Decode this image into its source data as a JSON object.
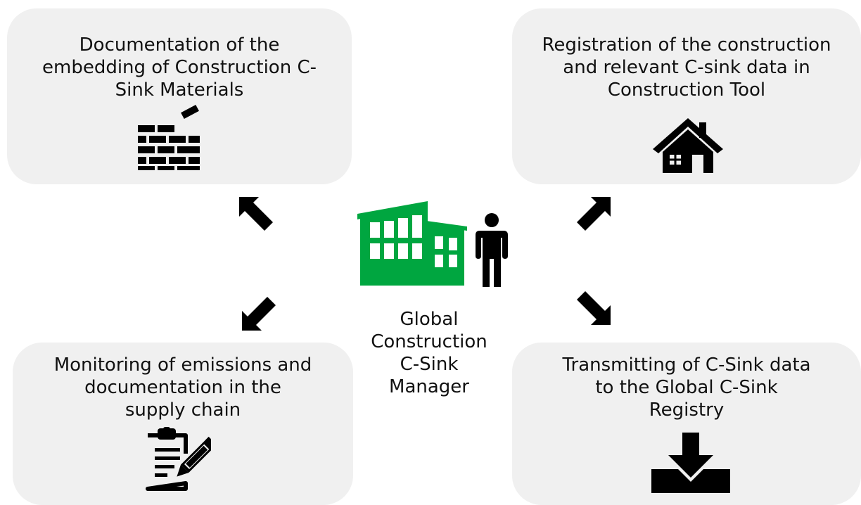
{
  "diagram": {
    "center": {
      "label": "Global\nConstruction\nC-Sink\nManager",
      "icons": [
        "building-icon",
        "person-icon"
      ],
      "accent_color": "#00a640"
    },
    "boxes": {
      "top_left": {
        "text": "Documentation of the\nembedding of Construction C-\nSink Materials",
        "icon": "brick-wall-icon"
      },
      "top_right": {
        "text": "Registration of the construction\nand relevant C-sink data in\nConstruction Tool",
        "icon": "house-icon"
      },
      "bottom_left": {
        "text": "Monitoring of emissions and\ndocumentation in the\nsupply chain",
        "icon": "clipboard-edit-icon"
      },
      "bottom_right": {
        "text": "Transmitting of C-Sink data\nto the Global C-Sink\nRegistry",
        "icon": "download-tray-icon"
      }
    },
    "arrows": [
      "arrow-up-left-icon",
      "arrow-up-right-icon",
      "arrow-down-left-icon",
      "arrow-down-right-icon"
    ],
    "box_color": "#f0f0f0",
    "icon_color": "#000000"
  }
}
